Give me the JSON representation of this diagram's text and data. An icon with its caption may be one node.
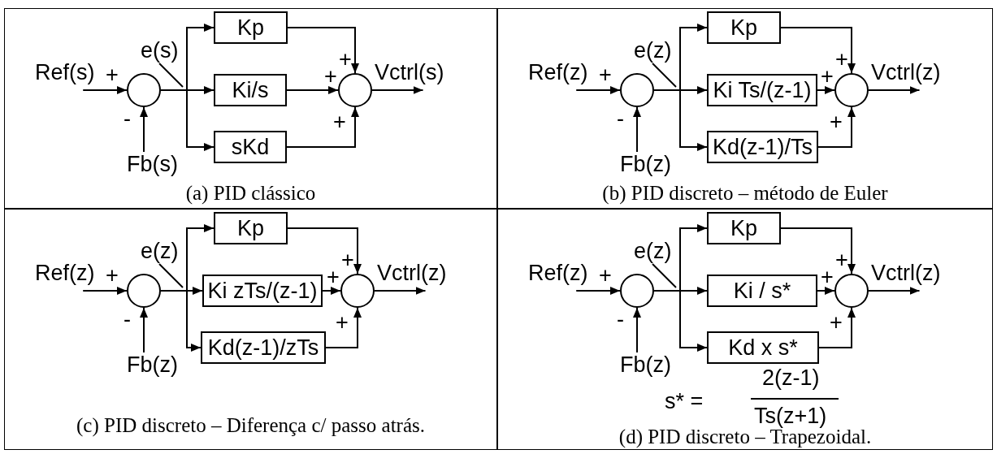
{
  "diagram": {
    "nodes": [
      {
        "text": [
          "(a) PID clássico"
        ]
      },
      {
        "text": [
          "Ref(s)"
        ],
        "in": 0
      },
      {
        "text": [
          "e(s)"
        ],
        "in": 0
      },
      {
        "text": [],
        "shape": "circle",
        "in": 0
      },
      {
        "text": [
          "Fb(s)"
        ],
        "in": 0
      },
      {
        "text": [
          "Kp"
        ],
        "in": 0
      },
      {
        "text": [
          "Ki/s"
        ],
        "in": 0
      },
      {
        "text": [
          "sKd"
        ],
        "in": 0
      },
      {
        "text": [],
        "shape": "circle",
        "in": 0
      },
      {
        "text": [
          "Vctrl(s)"
        ],
        "in": 0
      },
      {
        "text": [
          "(b) PID discreto – método de Euler"
        ]
      },
      {
        "text": [
          "Ref(z)"
        ],
        "in": 10
      },
      {
        "text": [
          "e(z)"
        ],
        "in": 10
      },
      {
        "text": [],
        "shape": "circle",
        "in": 10
      },
      {
        "text": [
          "Fb(z)"
        ],
        "in": 10
      },
      {
        "text": [
          "Kp"
        ],
        "in": 10
      },
      {
        "text": [
          "Ki Ts/(z-1)"
        ],
        "in": 10
      },
      {
        "text": [
          "Kd(z-1)/Ts"
        ],
        "in": 10
      },
      {
        "text": [],
        "shape": "circle",
        "in": 10
      },
      {
        "text": [
          "Vctrl(z)"
        ],
        "in": 10
      },
      {
        "text": [
          "(c) PID discreto – Diferença c/ passo atrás."
        ]
      },
      {
        "text": [
          "Ref(z)"
        ],
        "in": 20
      },
      {
        "text": [
          "e(z)"
        ],
        "in": 20
      },
      {
        "text": [],
        "shape": "circle",
        "in": 20
      },
      {
        "text": [
          "Fb(z)"
        ],
        "in": 20
      },
      {
        "text": [
          "Kp"
        ],
        "in": 20
      },
      {
        "text": [
          "Ki zTs/(z-1)"
        ],
        "in": 20
      },
      {
        "text": [
          "Kd(z-1)/zTs"
        ],
        "in": 20
      },
      {
        "text": [],
        "shape": "circle",
        "in": 20
      },
      {
        "text": [
          "Vctrl(z)"
        ],
        "in": 20
      },
      {
        "text": [
          "(d) PID discreto – Trapezoidal."
        ]
      },
      {
        "text": [
          "Ref(z)"
        ],
        "in": 30
      },
      {
        "text": [
          "e(z)"
        ],
        "in": 30
      },
      {
        "text": [],
        "shape": "circle",
        "in": 30
      },
      {
        "text": [
          "Fb(z)"
        ],
        "in": 30
      },
      {
        "text": [
          "Kp"
        ],
        "in": 30
      },
      {
        "text": [
          "Ki / s*"
        ],
        "in": 30
      },
      {
        "text": [
          "Kd x s*"
        ],
        "in": 30
      },
      {
        "text": [],
        "shape": "circle",
        "in": 30
      },
      {
        "text": [
          "Vctrl(z)"
        ],
        "in": 30
      }
    ],
    "edges": [
      {
        "from": 1,
        "to": 3,
        "arrow": "to",
        "label": "+"
      },
      {
        "from": 4,
        "to": 3,
        "arrow": "to",
        "label": "-"
      },
      {
        "from": 2,
        "to": null,
        "arrow": "none"
      },
      {
        "from": 3,
        "to": 5,
        "arrow": "to"
      },
      {
        "from": 3,
        "to": 6,
        "arrow": "to"
      },
      {
        "from": 3,
        "to": 7,
        "arrow": "to"
      },
      {
        "from": 5,
        "to": 8,
        "arrow": "to",
        "label": "+"
      },
      {
        "from": 6,
        "to": 8,
        "arrow": "to",
        "label": "+"
      },
      {
        "from": 7,
        "to": 8,
        "arrow": "to",
        "label": "+"
      },
      {
        "from": 8,
        "to": 9,
        "arrow": "to"
      },
      {
        "from": 11,
        "to": 13,
        "arrow": "to",
        "label": "+"
      },
      {
        "from": 14,
        "to": 13,
        "arrow": "to",
        "label": "-"
      },
      {
        "from": 12,
        "to": null,
        "arrow": "none"
      },
      {
        "from": 13,
        "to": 15,
        "arrow": "to"
      },
      {
        "from": 13,
        "to": 16,
        "arrow": "to"
      },
      {
        "from": 13,
        "to": 17,
        "arrow": "to"
      },
      {
        "from": 15,
        "to": 18,
        "arrow": "to",
        "label": "+"
      },
      {
        "from": 16,
        "to": 18,
        "arrow": "to",
        "label": "+"
      },
      {
        "from": 17,
        "to": 18,
        "arrow": "to",
        "label": "+"
      },
      {
        "from": 18,
        "to": 19,
        "arrow": "to"
      },
      {
        "from": 21,
        "to": 23,
        "arrow": "to",
        "label": "+"
      },
      {
        "from": 24,
        "to": 23,
        "arrow": "to",
        "label": "-"
      },
      {
        "from": 22,
        "to": null,
        "arrow": "none"
      },
      {
        "from": 23,
        "to": 25,
        "arrow": "to"
      },
      {
        "from": 23,
        "to": 26,
        "arrow": "to"
      },
      {
        "from": 23,
        "to": 27,
        "arrow": "to"
      },
      {
        "from": 25,
        "to": 28,
        "arrow": "to",
        "label": "+"
      },
      {
        "from": 26,
        "to": 28,
        "arrow": "to",
        "label": "+"
      },
      {
        "from": 27,
        "to": 28,
        "arrow": "to",
        "label": "+"
      },
      {
        "from": 28,
        "to": 29,
        "arrow": "to"
      },
      {
        "from": 31,
        "to": 33,
        "arrow": "to",
        "label": "+"
      },
      {
        "from": 34,
        "to": 33,
        "arrow": "to",
        "label": "-"
      },
      {
        "from": 32,
        "to": null,
        "arrow": "none"
      },
      {
        "from": 33,
        "to": 35,
        "arrow": "to"
      },
      {
        "from": 33,
        "to": 36,
        "arrow": "to"
      },
      {
        "from": 33,
        "to": 37,
        "arrow": "to"
      },
      {
        "from": 35,
        "to": 38,
        "arrow": "to",
        "label": "+"
      },
      {
        "from": 36,
        "to": 38,
        "arrow": "to",
        "label": "+"
      },
      {
        "from": 37,
        "to": 38,
        "arrow": "to",
        "label": "+"
      },
      {
        "from": 38,
        "to": 39,
        "arrow": "to"
      }
    ],
    "labels": [
      "s* =",
      "2(z-1)",
      "Ts(z+1)"
    ]
  }
}
